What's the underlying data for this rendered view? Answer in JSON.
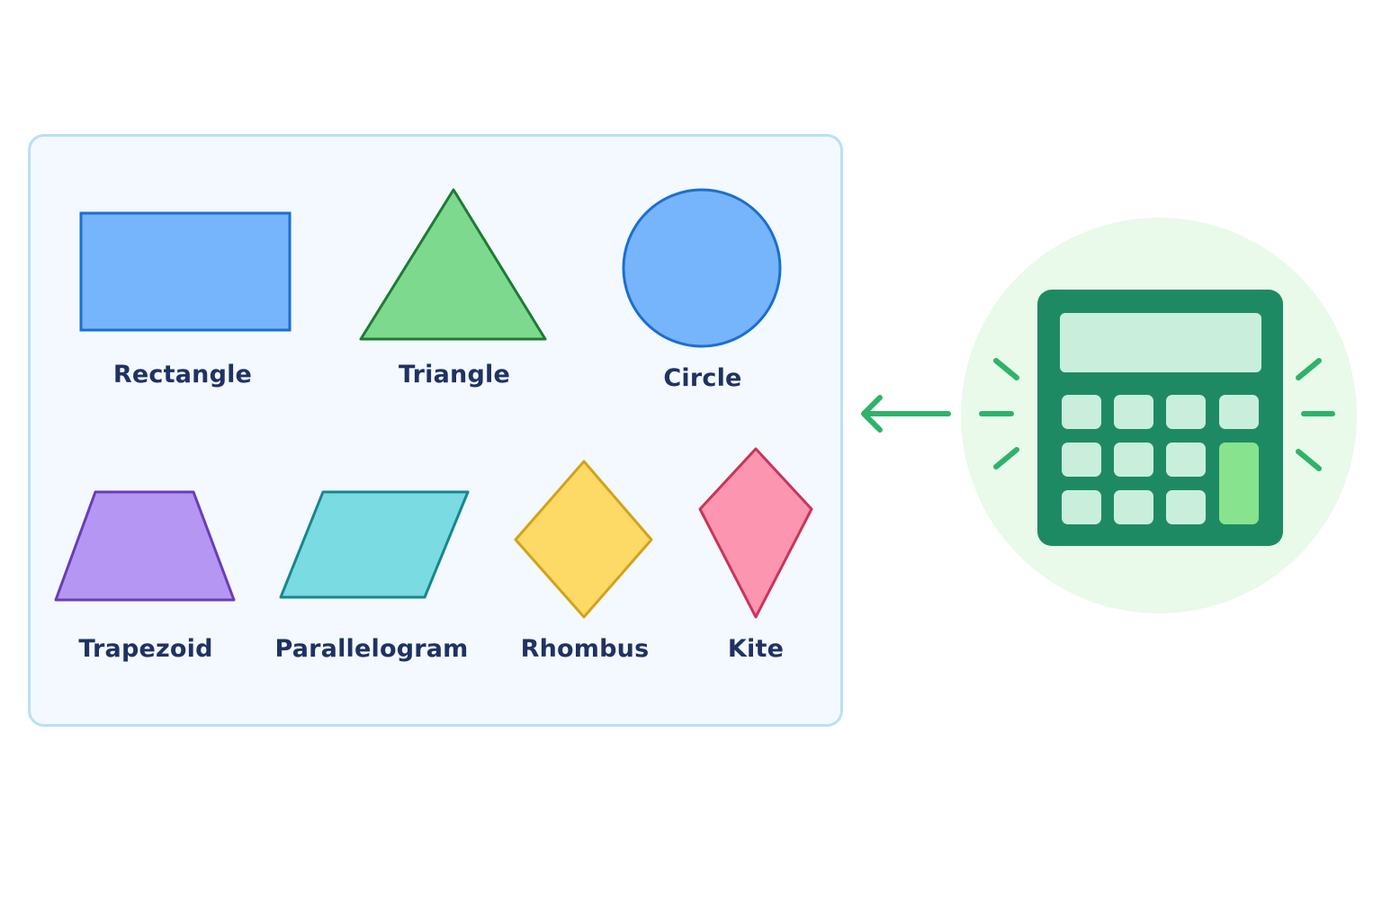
{
  "shapes": {
    "rectangle": {
      "label": "Rectangle",
      "fill": "#76b4fb",
      "stroke": "#1a6fd0"
    },
    "triangle": {
      "label": "Triangle",
      "fill": "#7cd98e",
      "stroke": "#1f7a34"
    },
    "circle": {
      "label": "Circle",
      "fill": "#76b4fb",
      "stroke": "#1a6fd0"
    },
    "trapezoid": {
      "label": "Trapezoid",
      "fill": "#b597f3",
      "stroke": "#6a3db7"
    },
    "parallelogram": {
      "label": "Parallelogram",
      "fill": "#7bdbe2",
      "stroke": "#16878f"
    },
    "rhombus": {
      "label": "Rhombus",
      "fill": "#fdd965",
      "stroke": "#d2a31a"
    },
    "kite": {
      "label": "Kite",
      "fill": "#fc95b0",
      "stroke": "#c93558"
    }
  },
  "calculator": {
    "icon": "calculator-icon",
    "body_color": "#1e8a64",
    "key_color": "#c9efdc",
    "accent_key_color": "#87e38e",
    "backdrop_color": "#e9f9ea"
  },
  "arrow": {
    "icon": "arrow-left-icon",
    "color": "#2fb36b"
  },
  "colors": {
    "label_text": "#1f3263",
    "panel_bg": "#f3f9fe",
    "panel_border": "#b8e0f6"
  }
}
